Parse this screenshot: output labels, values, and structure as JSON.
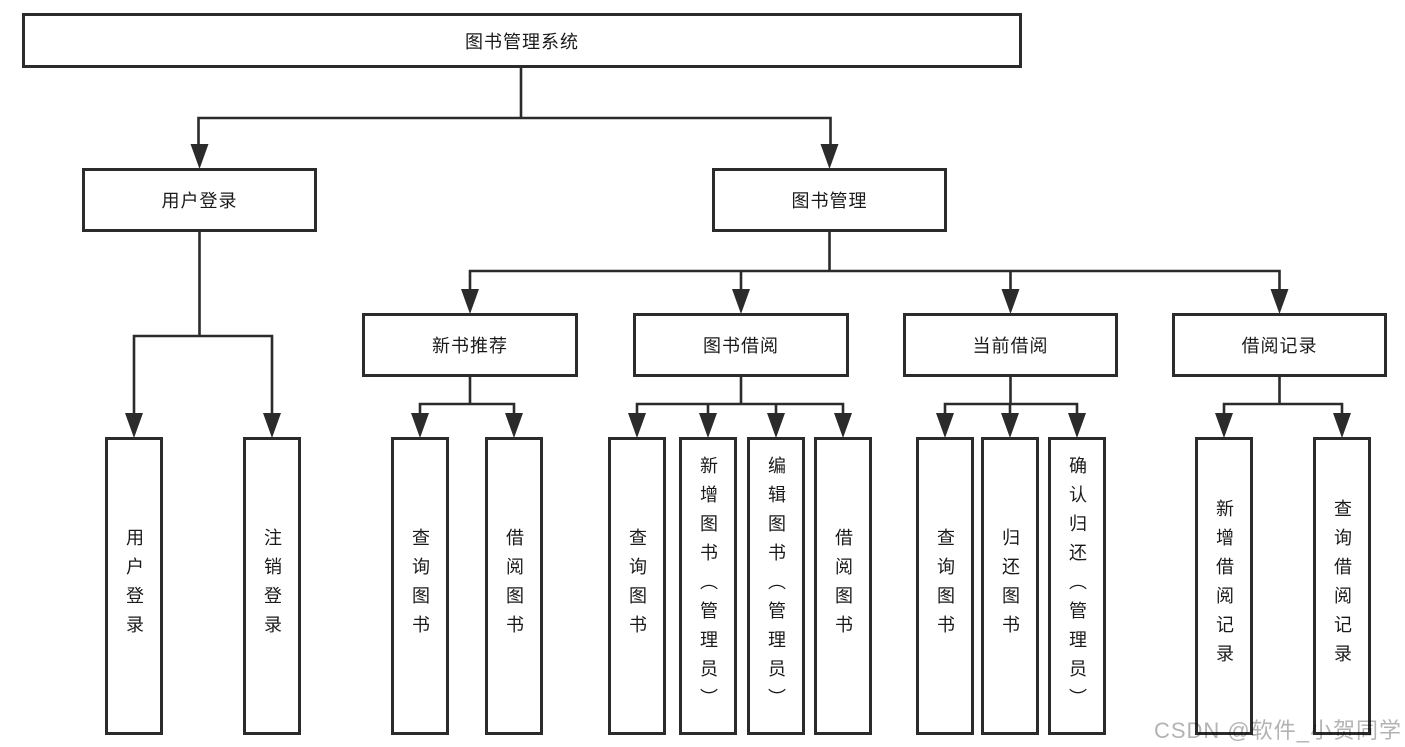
{
  "diagram_title": "图书管理系统",
  "tree": {
    "label": "图书管理系统",
    "children": [
      {
        "label": "用户登录",
        "children": [
          {
            "label": "用户登录"
          },
          {
            "label": "注销登录"
          }
        ]
      },
      {
        "label": "图书管理",
        "children": [
          {
            "label": "新书推荐",
            "children": [
              {
                "label": "查询图书"
              },
              {
                "label": "借阅图书"
              }
            ]
          },
          {
            "label": "图书借阅",
            "children": [
              {
                "label": "查询图书"
              },
              {
                "label": "新增图书（管理员）"
              },
              {
                "label": "编辑图书（管理员）"
              },
              {
                "label": "借阅图书"
              }
            ]
          },
          {
            "label": "当前借阅",
            "children": [
              {
                "label": "查询图书"
              },
              {
                "label": "归还图书"
              },
              {
                "label": "确认归还（管理员）"
              }
            ]
          },
          {
            "label": "借阅记录",
            "children": [
              {
                "label": "新增借阅记录"
              },
              {
                "label": "查询借阅记录"
              }
            ]
          }
        ]
      }
    ]
  },
  "watermark": "CSDN @软件_小贺同学",
  "colors": {
    "line": "#2b2b2b",
    "box_border": "#2b2b2b",
    "text": "#1a1a1a",
    "background": "#ffffff",
    "watermark": "#b3b3b3"
  }
}
